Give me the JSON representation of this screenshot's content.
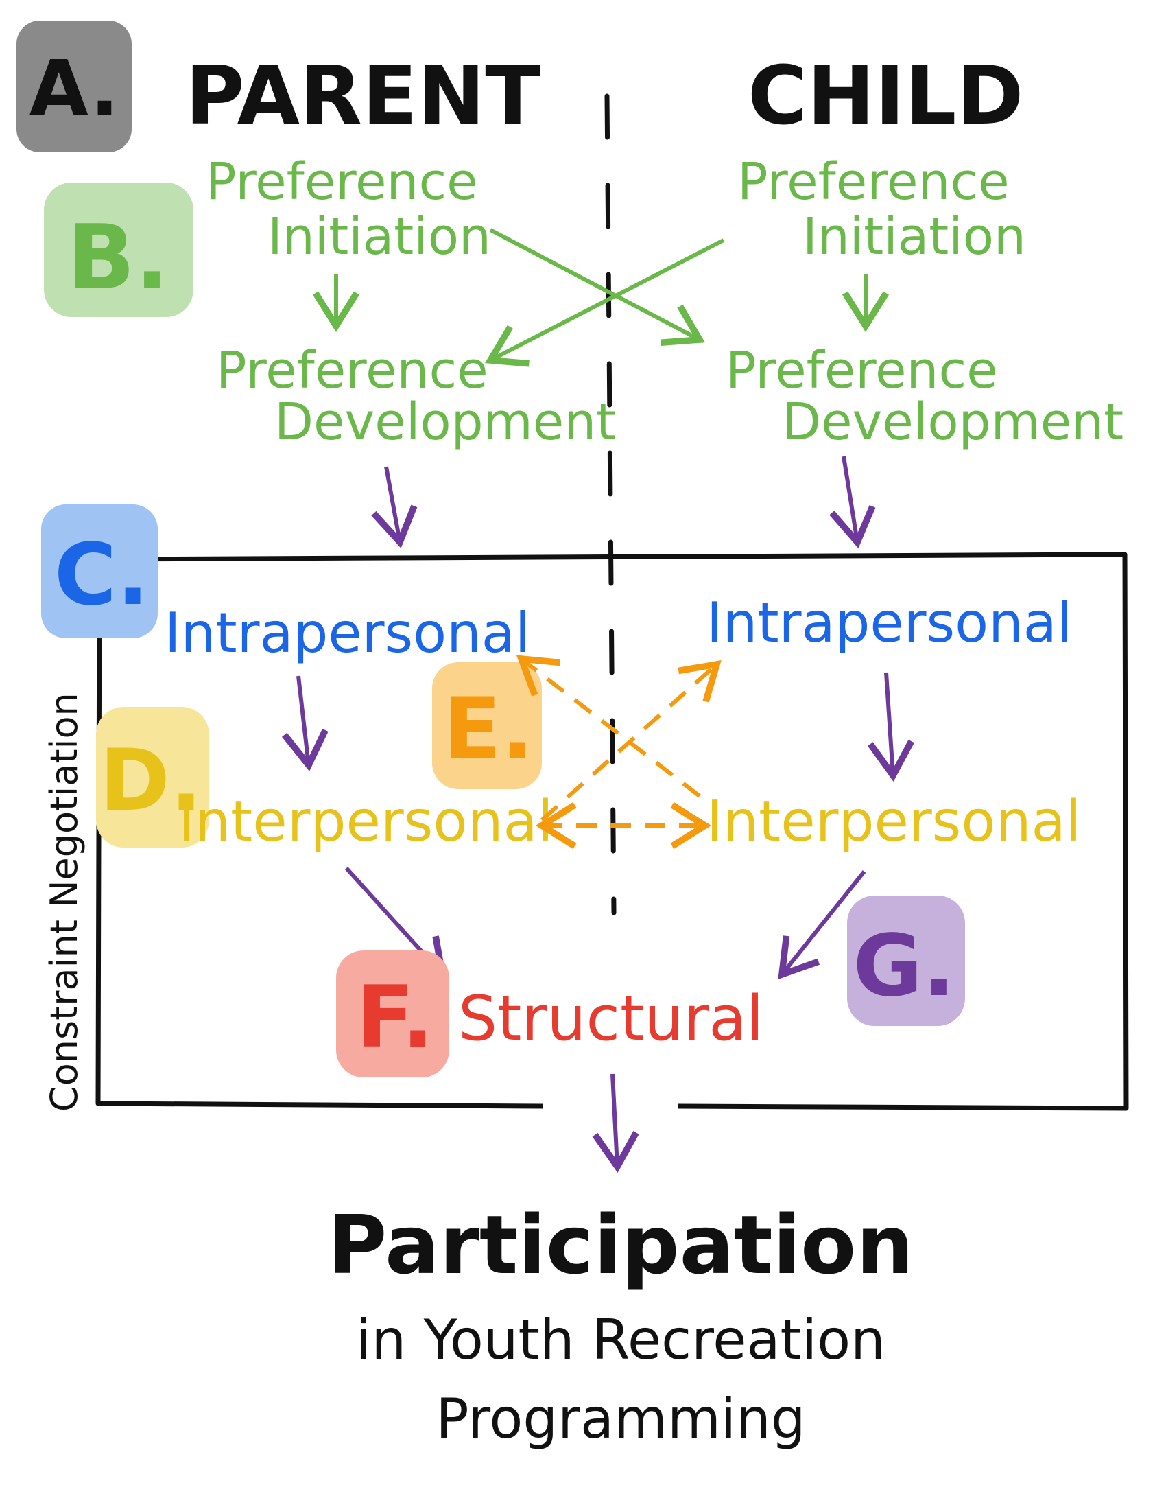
{
  "headers": {
    "parent": "PARENT",
    "child": "CHILD"
  },
  "badges": {
    "a": {
      "label": "A.",
      "bg": "#8a8a8a",
      "fg": "#111111"
    },
    "b": {
      "label": "B.",
      "bg": "#bfe0b0",
      "fg": "#6ab84a"
    },
    "c": {
      "label": "C.",
      "bg": "#9fc3f3",
      "fg": "#1a66e6"
    },
    "d": {
      "label": "D.",
      "bg": "#f7e59a",
      "fg": "#e7c21a"
    },
    "e": {
      "label": "E.",
      "bg": "#fcd38a",
      "fg": "#f59a0e"
    },
    "f": {
      "label": "F.",
      "bg": "#f6aaa0",
      "fg": "#e63b2e"
    },
    "g": {
      "label": "G.",
      "bg": "#c6b1dc",
      "fg": "#6d3a9c"
    }
  },
  "parent": {
    "pref_init_1": "Preference",
    "pref_init_2": "Initiation",
    "pref_dev_1": "Preference",
    "pref_dev_2": "Development",
    "intrapersonal": "Intrapersonal",
    "interpersonal": "Interpersonal"
  },
  "child": {
    "pref_init_1": "Preference",
    "pref_init_2": "Initiation",
    "pref_dev_1": "Preference",
    "pref_dev_2": "Development",
    "intrapersonal": "Intrapersonal",
    "interpersonal": "Interpersonal"
  },
  "structural": "Structural",
  "box_side_label": "Constraint Negotiation",
  "outcome": {
    "line1": "Participation",
    "line2": "in Youth Recreation",
    "line3": "Programming"
  },
  "colors": {
    "green": "#6ab84a",
    "blue": "#1a66e6",
    "yellow": "#e7c21a",
    "orange": "#f59a0e",
    "red": "#e63b2e",
    "purple": "#6d3a9c",
    "black": "#111111"
  }
}
